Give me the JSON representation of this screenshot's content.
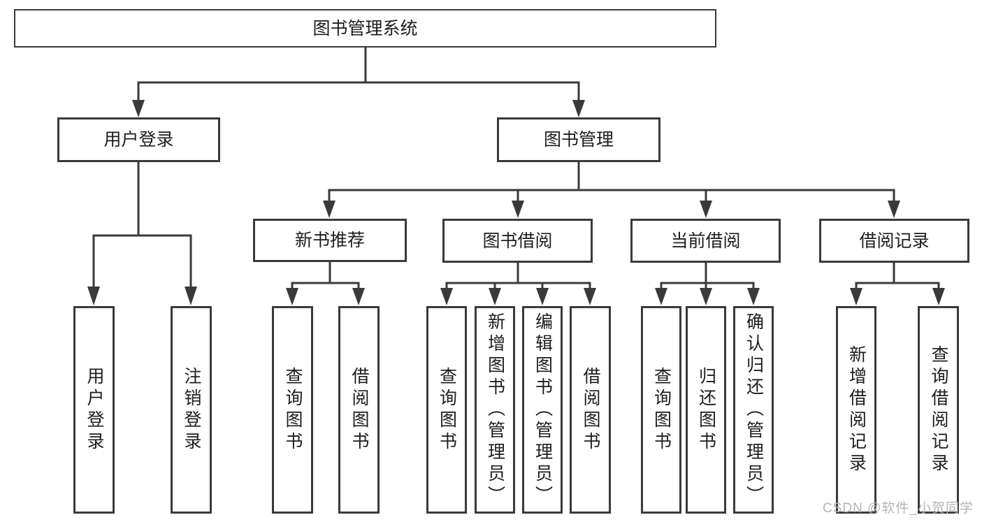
{
  "tree": {
    "label": "图书管理系统",
    "children": [
      {
        "label": "用户登录",
        "children": [
          {
            "label": "用户登录"
          },
          {
            "label": "注销登录"
          }
        ]
      },
      {
        "label": "图书管理",
        "children": [
          {
            "label": "新书推荐",
            "children": [
              {
                "label": "查询图书"
              },
              {
                "label": "借阅图书"
              }
            ]
          },
          {
            "label": "图书借阅",
            "children": [
              {
                "label": "查询图书"
              },
              {
                "label": "新增图书（管理员）"
              },
              {
                "label": "编辑图书（管理员）"
              },
              {
                "label": "借阅图书"
              }
            ]
          },
          {
            "label": "当前借阅",
            "children": [
              {
                "label": "查询图书"
              },
              {
                "label": "归还图书"
              },
              {
                "label": "确认归还（管理员）"
              }
            ]
          },
          {
            "label": "借阅记录",
            "children": [
              {
                "label": "新增借阅记录"
              },
              {
                "label": "查询借阅记录"
              }
            ]
          }
        ]
      }
    ]
  },
  "watermark": "CSDN @软件_小贺同学",
  "colors": {
    "line": "#3a3a3a",
    "text": "#1d1d1d",
    "watermark": "#b4b4b4",
    "background": "#ffffff"
  }
}
